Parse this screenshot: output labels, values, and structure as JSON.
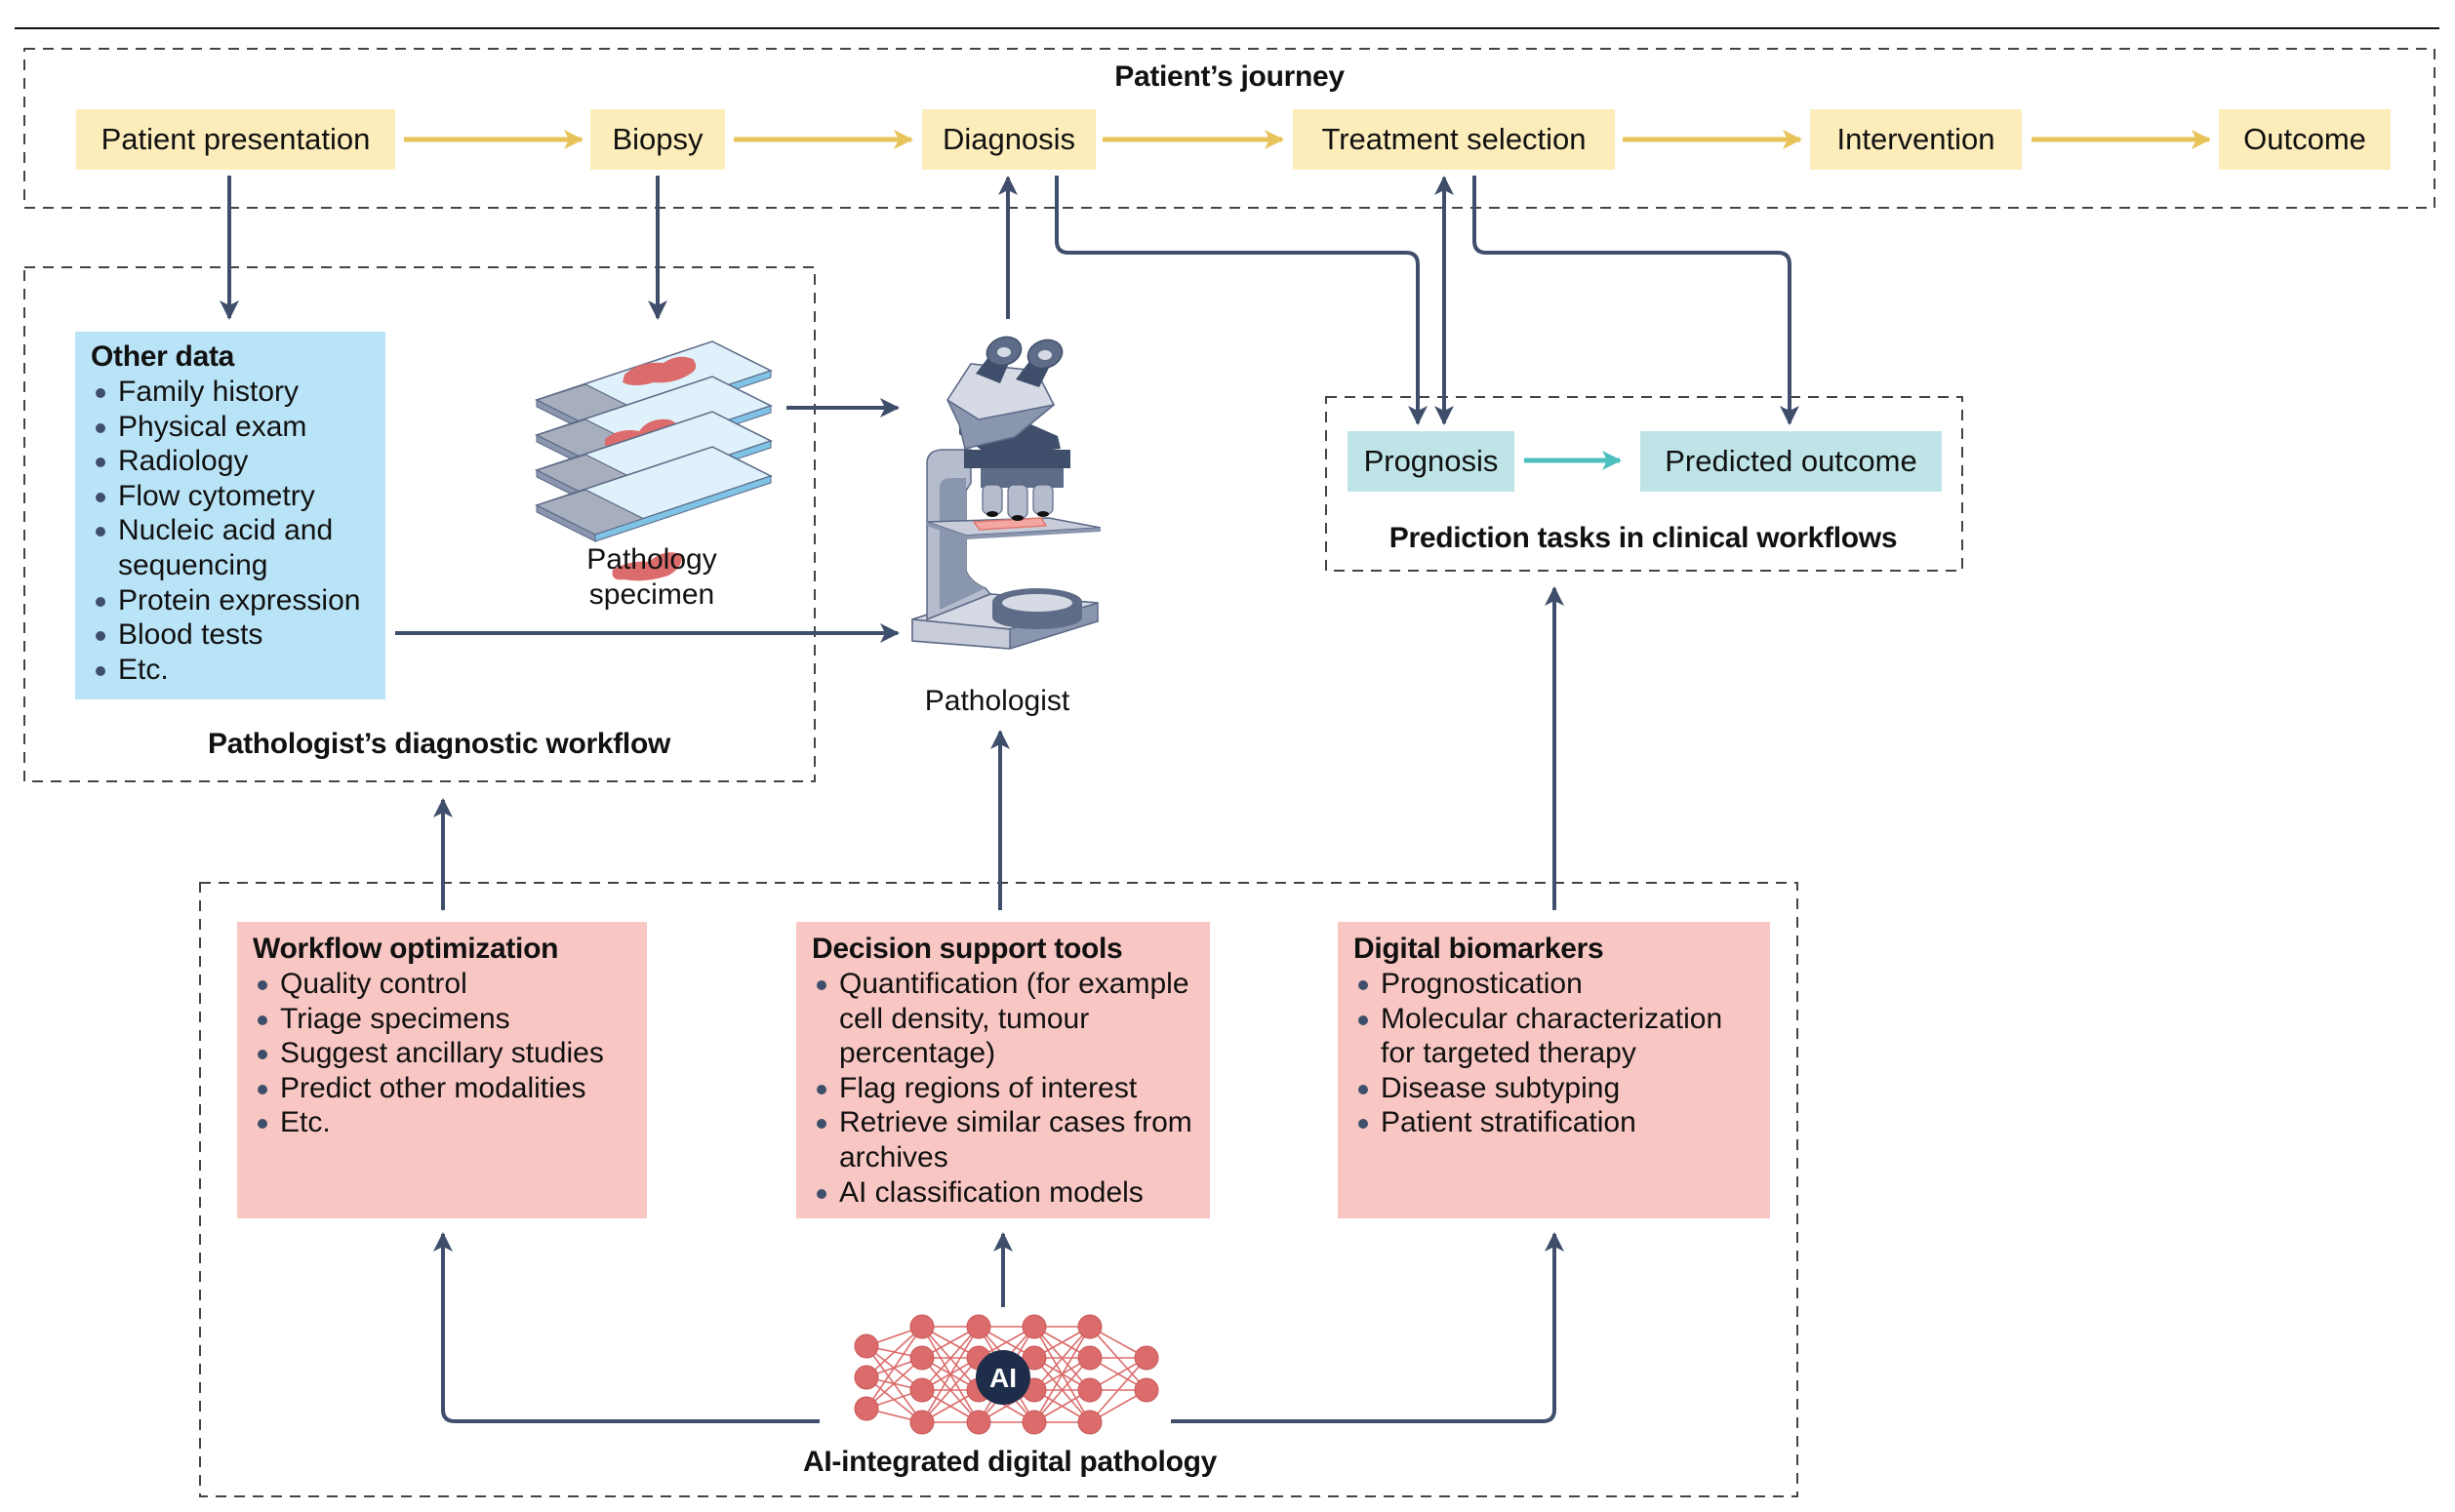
{
  "colors": {
    "journey_fill": "#FDEDBB",
    "journey_arrow": "#E8C35A",
    "connector": "#3F4F6B",
    "other_data_fill": "#B9E3F6",
    "prediction_fill": "#BEE4E8",
    "prediction_arrow": "#4DBFBF",
    "ai_tool_fill": "#F9C7C3",
    "network_node": "#DC6B6B",
    "ai_badge": "#1E2E4A"
  },
  "patient_journey": {
    "title": "Patient’s journey",
    "steps": [
      {
        "label": "Patient presentation"
      },
      {
        "label": "Biopsy"
      },
      {
        "label": "Diagnosis"
      },
      {
        "label": "Treatment selection"
      },
      {
        "label": "Intervention"
      },
      {
        "label": "Outcome"
      }
    ]
  },
  "diagnostic_workflow": {
    "title": "Pathologist’s diagnostic workflow",
    "other_data": {
      "heading": "Other data",
      "items": [
        "Family history",
        "Physical exam",
        "Radiology",
        "Flow cytometry",
        "Nucleic acid and sequencing",
        "Protein expression",
        "Blood tests",
        "Etc."
      ]
    },
    "specimen_label": "Pathology specimen",
    "pathologist_label": "Pathologist"
  },
  "prediction_tasks": {
    "title": "Prediction tasks in clinical workflows",
    "boxes": [
      {
        "label": "Prognosis"
      },
      {
        "label": "Predicted outcome"
      }
    ]
  },
  "ai_pathology": {
    "title": "AI-integrated digital pathology",
    "badge": "AI",
    "tools": [
      {
        "heading": "Workflow optimization",
        "items": [
          "Quality control",
          "Triage specimens",
          "Suggest ancillary studies",
          "Predict other modalities",
          "Etc."
        ]
      },
      {
        "heading": "Decision support tools",
        "items": [
          "Quantification (for example cell density, tumour percentage)",
          "Flag regions of interest",
          "Retrieve similar cases from archives",
          "AI classification models"
        ]
      },
      {
        "heading": "Digital biomarkers",
        "items": [
          "Prognostication",
          "Molecular characterization for targeted therapy",
          "Disease subtyping",
          "Patient stratification"
        ]
      }
    ]
  }
}
